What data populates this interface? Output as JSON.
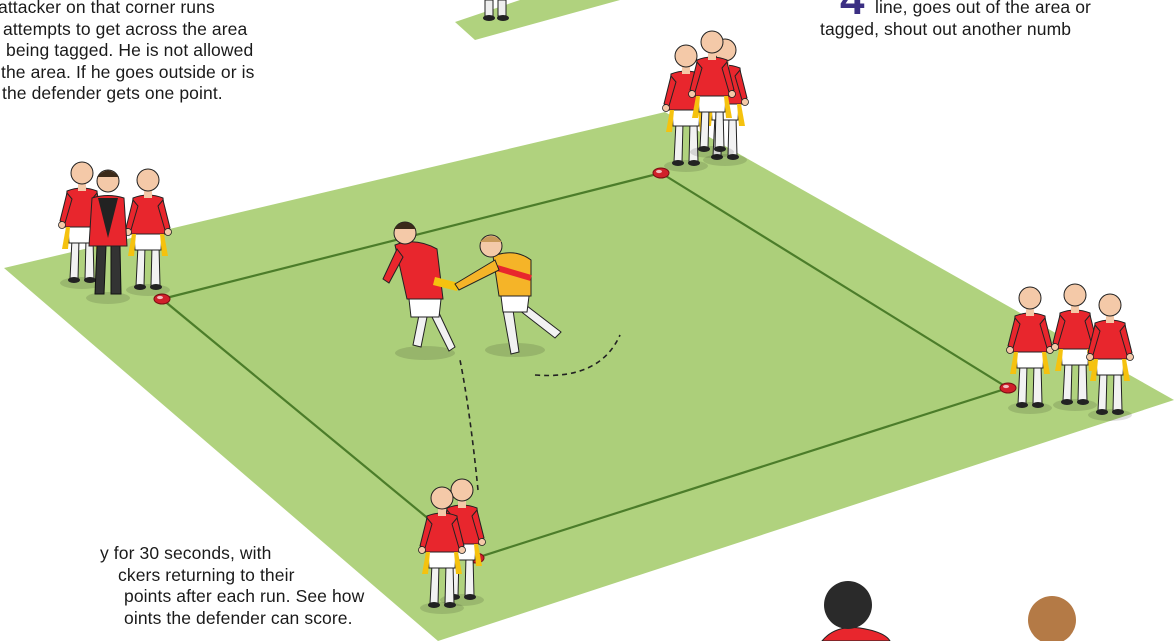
{
  "text_blocks": {
    "top_left": [
      "attacker on that corner runs",
      "attempts to get across the area",
      "being tagged. He is not allowed",
      "the area. If he goes outside or is",
      "the defender gets one point."
    ],
    "top_right": [
      "line, goes out of the area or",
      "tagged, shout out another numb"
    ],
    "bottom_left": [
      "y for 30 seconds, with",
      "ckers returning to their",
      "points after each run. See how",
      "oints the defender can score."
    ]
  },
  "step_number": "4",
  "colors": {
    "pitch": "#b0d27e",
    "pitch_shadow": "#c4dfa0",
    "line": "#4c7d2a",
    "attacker_shirt": "#e8262d",
    "defender_shirt": "#f5b428",
    "cone": "#d0202a",
    "step_number": "#3b2f83"
  },
  "icons": [
    "player-figure",
    "cone-marker",
    "tag-belt",
    "run-path-dashed"
  ]
}
